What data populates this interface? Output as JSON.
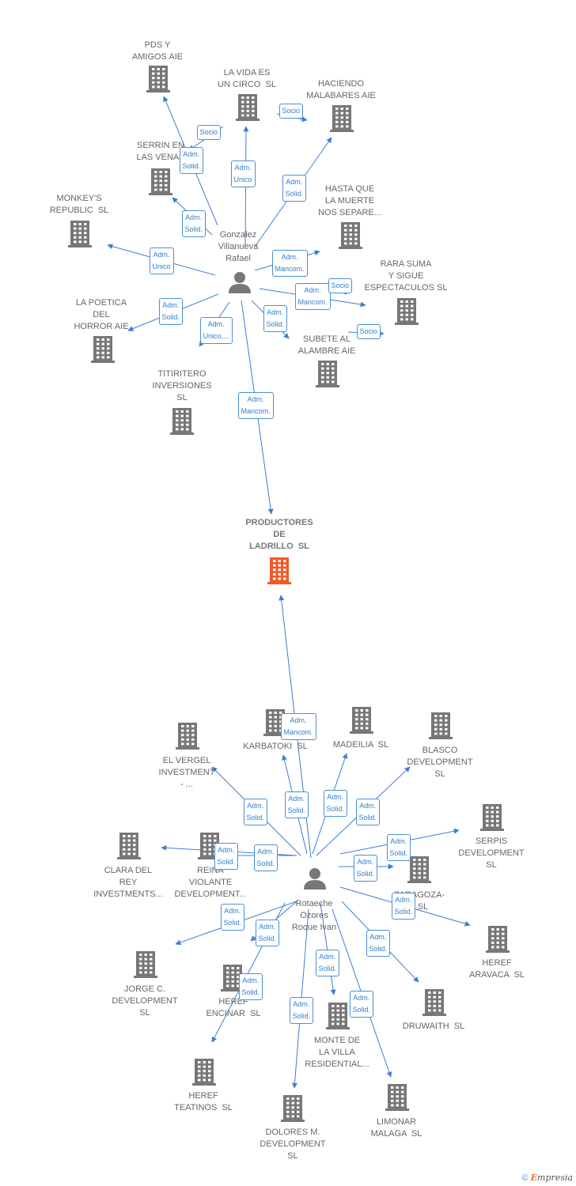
{
  "colors": {
    "edge": "#3a7fd5",
    "company": "#777777",
    "focus": "#f05a28",
    "person": "#777777",
    "badge_border": "#4a90d9",
    "badge_text": "#2f7fcf"
  },
  "icons": {
    "company": "building-icon",
    "person": "person-icon"
  },
  "brand": {
    "copyright": "©",
    "initial": "E",
    "rest": "mpresia"
  },
  "persons": [
    {
      "id": "p1",
      "label": "Gonzalez\nVillanueva\nRafael"
    },
    {
      "id": "p2",
      "label": "Rotaeche\nOzores\nRoque Ivan"
    }
  ],
  "companies": [
    {
      "id": "productores",
      "label": "PRODUCTORES\nDE\nLADRILLO  SL",
      "focus": true
    },
    {
      "id": "pds",
      "label": "PDS Y\nAMIGOS AIE"
    },
    {
      "id": "vida",
      "label": "LA VIDA ES\nUN CIRCO  SL"
    },
    {
      "id": "haciendo",
      "label": "HACIENDO\nMALABARES AIE"
    },
    {
      "id": "serrin",
      "label": "SERRIN EN\nLAS VENAS"
    },
    {
      "id": "hasta",
      "label": "HASTA QUE\nLA MUERTE\nNOS SEPARE..."
    },
    {
      "id": "monkeys",
      "label": "MONKEY'S\nREPUBLIC  SL"
    },
    {
      "id": "rara",
      "label": "RARA SUMA\nY SIGUE\nESPECTACULOS SL"
    },
    {
      "id": "poetica",
      "label": "LA POETICA\nDEL\nHORROR AIE"
    },
    {
      "id": "subete",
      "label": "SUBETE AL\nALAMBRE AIE"
    },
    {
      "id": "titiritero",
      "label": "TITIRITERO\nINVERSIONES\nSL"
    },
    {
      "id": "karbatoki",
      "label": "KARBATOKI  SL"
    },
    {
      "id": "madeilia",
      "label": "MADEILIA  SL"
    },
    {
      "id": "blasco",
      "label": "BLASCO\nDEVELOPMENT\nSL"
    },
    {
      "id": "vergel",
      "label": "EL VERGEL\nINVESTMENT\n- ..."
    },
    {
      "id": "serpis",
      "label": "SERPIS\nDEVELOPMENT\nSL"
    },
    {
      "id": "clara",
      "label": "CLARA DEL\nREY\nINVESTMENTS..."
    },
    {
      "id": "reina",
      "label": "REINA\nVIOLANTE\nDEVELOPMENT..."
    },
    {
      "id": "zaragoza",
      "label": "ZARAGOZA-\nI  SL"
    },
    {
      "id": "herefaravaca",
      "label": "HEREF\nARAVACA  SL"
    },
    {
      "id": "jorge",
      "label": "JORGE C.\nDEVELOPMENT\nSL"
    },
    {
      "id": "herefencinar",
      "label": "HEREF\nENCINAR  SL"
    },
    {
      "id": "druwaith",
      "label": "DRUWAITH  SL"
    },
    {
      "id": "monte",
      "label": "MONTE DE\nLA VILLA\nRESIDENTIAL..."
    },
    {
      "id": "herefteatinos",
      "label": "HEREF\nTEATINOS  SL"
    },
    {
      "id": "limonar",
      "label": "LIMONAR\nMALAGA  SL"
    },
    {
      "id": "dolores",
      "label": "DOLORES M.\nDEVELOPMENT\nSL"
    }
  ],
  "relations": [
    {
      "from": "p1",
      "to": "pds",
      "labels": [
        "Adm.\nSolid."
      ]
    },
    {
      "from": "p1",
      "to": "pds",
      "labels": [
        "Socio"
      ]
    },
    {
      "from": "p1",
      "to": "vida",
      "labels": [
        "Adm.\nUnico"
      ]
    },
    {
      "from": "p1",
      "to": "haciendo",
      "labels": [
        "Adm.\nSolid."
      ]
    },
    {
      "from": "p1",
      "to": "haciendo",
      "labels": [
        "Socio"
      ]
    },
    {
      "from": "p1",
      "to": "serrin",
      "labels": [
        "Adm.\nSolid."
      ]
    },
    {
      "from": "p1",
      "to": "monkeys",
      "labels": [
        "Adm.\nUnico"
      ]
    },
    {
      "from": "p1",
      "to": "hasta",
      "labels": [
        "Adm.\nMancom."
      ]
    },
    {
      "from": "p1",
      "to": "rara",
      "labels": [
        "Adm.\nMancom."
      ]
    },
    {
      "from": "p1",
      "to": "subete",
      "labels": [
        "Socio"
      ]
    },
    {
      "from": "p1",
      "to": "subete",
      "labels": [
        "Adm.\nSolid."
      ]
    },
    {
      "from": "p1",
      "to": "subete",
      "labels": [
        "Socio"
      ]
    },
    {
      "from": "p1",
      "to": "poetica",
      "labels": [
        "Adm.\nSolid."
      ]
    },
    {
      "from": "p1",
      "to": "titiritero",
      "labels": [
        "Adm.\nUnico,..."
      ]
    },
    {
      "from": "p1",
      "to": "productores",
      "labels": [
        "Adm.\nMancom."
      ]
    },
    {
      "from": "p2",
      "to": "productores",
      "labels": [
        "Adm.\nMancom."
      ]
    },
    {
      "from": "p2",
      "to": "karbatoki",
      "labels": [
        "Adm.\nSolid."
      ]
    },
    {
      "from": "p2",
      "to": "madeilia",
      "labels": [
        "Adm.\nSolid."
      ]
    },
    {
      "from": "p2",
      "to": "blasco",
      "labels": [
        "Adm.\nSolid."
      ]
    },
    {
      "from": "p2",
      "to": "vergel",
      "labels": [
        "Adm.\nSolid."
      ]
    },
    {
      "from": "p2",
      "to": "serpis",
      "labels": [
        "Adm.\nSolid."
      ]
    },
    {
      "from": "p2",
      "to": "clara",
      "labels": [
        "Adm.\nSolid."
      ]
    },
    {
      "from": "p2",
      "to": "reina",
      "labels": [
        "Adm.\nSolid."
      ]
    },
    {
      "from": "p2",
      "to": "zaragoza",
      "labels": [
        "Adm.\nSolid."
      ]
    },
    {
      "from": "p2",
      "to": "herefaravaca",
      "labels": [
        "Adm.\nSolid."
      ]
    },
    {
      "from": "p2",
      "to": "jorge",
      "labels": [
        "Adm.\nSolid."
      ]
    },
    {
      "from": "p2",
      "to": "herefencinar",
      "labels": [
        "Adm.\nSolid."
      ]
    },
    {
      "from": "p2",
      "to": "druwaith",
      "labels": [
        "Adm.\nSolid."
      ]
    },
    {
      "from": "p2",
      "to": "monte",
      "labels": [
        "Adm.\nSolid."
      ]
    },
    {
      "from": "p2",
      "to": "herefteatinos",
      "labels": [
        "Adm.\nSolid."
      ]
    },
    {
      "from": "p2",
      "to": "limonar",
      "labels": [
        "Adm.\nSolid."
      ]
    },
    {
      "from": "p2",
      "to": "dolores",
      "labels": [
        "Adm.\nSolid."
      ]
    }
  ]
}
